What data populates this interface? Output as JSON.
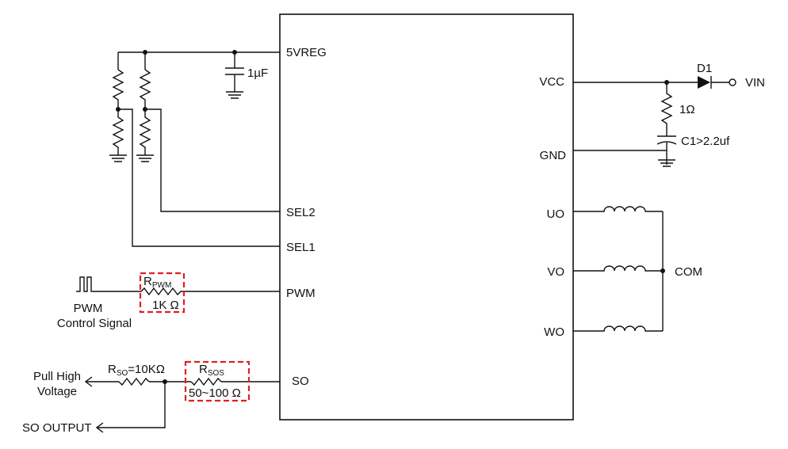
{
  "ic": {
    "pins_left": {
      "vreg": "5VREG",
      "sel2": "SEL2",
      "sel1": "SEL1",
      "pwm": "PWM",
      "so": "SO"
    },
    "pins_right": {
      "vcc": "VCC",
      "gnd": "GND",
      "uo": "UO",
      "vo": "VO",
      "wo": "WO"
    }
  },
  "components": {
    "cap_vreg": "1µF",
    "diode": "D1",
    "vin": "VIN",
    "r_vcc": "1Ω",
    "c1": "C1>2.2uf",
    "com": "COM",
    "r_pwm_main": "R",
    "r_pwm_sub": "PWM",
    "r_pwm_value": "1K Ω",
    "r_so_main": "R",
    "r_so_sub": "SO",
    "r_so_value": "=10KΩ",
    "r_sos_main": "R",
    "r_sos_sub": "SOS",
    "r_sos_value": "50~100 Ω"
  },
  "signals": {
    "pwm_line1": "PWM",
    "pwm_line2": "Control Signal",
    "pull_line1": "Pull High",
    "pull_line2": "Voltage",
    "so_output": "SO OUTPUT"
  },
  "colors": {
    "line": "#111111",
    "highlight": "#e02020"
  }
}
